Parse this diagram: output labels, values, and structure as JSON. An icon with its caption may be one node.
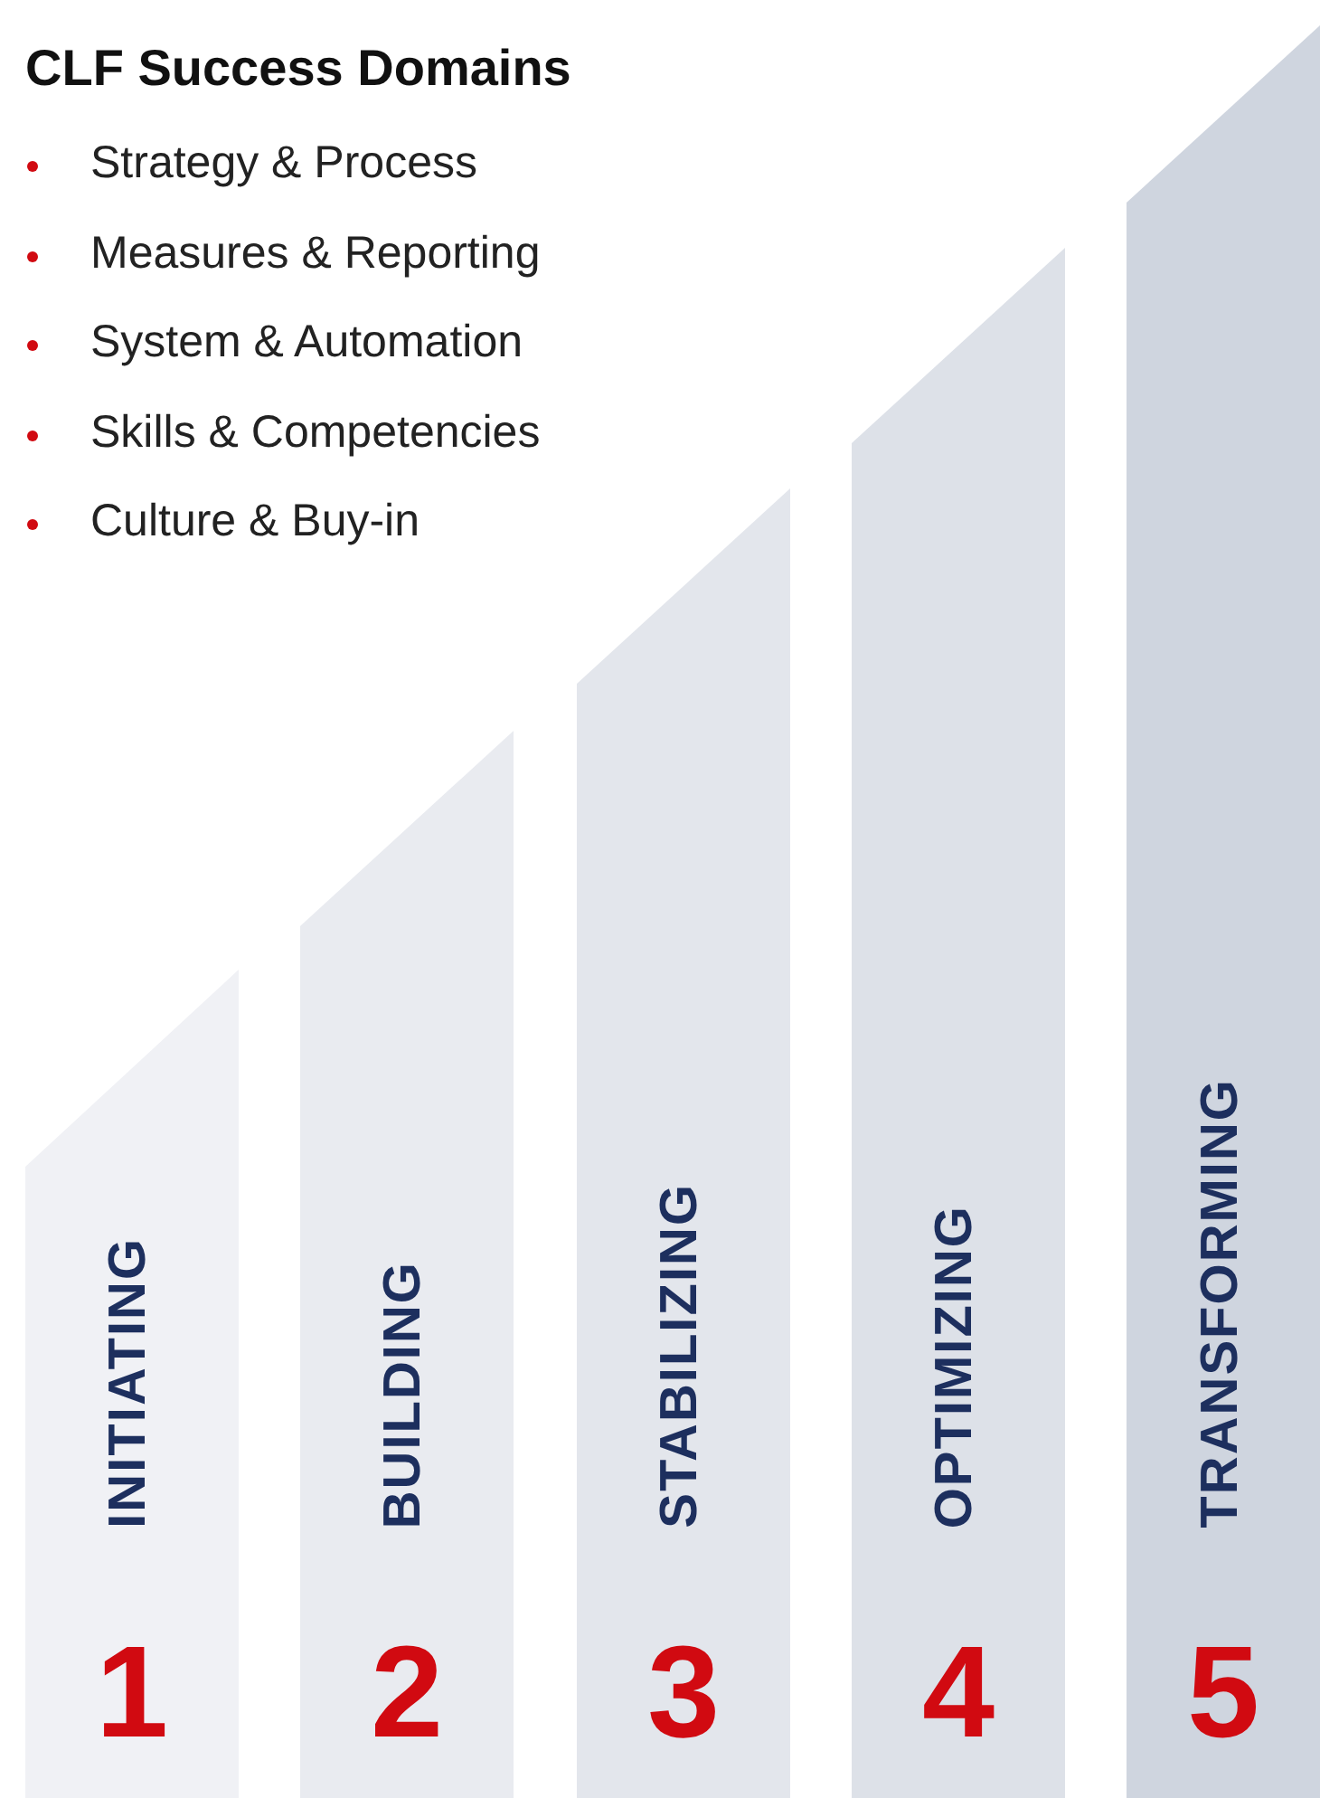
{
  "diagram": {
    "title": "CLF Success Domains",
    "nodes": [
      {
        "text": [
          "INITIATING",
          "1"
        ]
      },
      {
        "text": [
          "BUILDING",
          "2"
        ]
      },
      {
        "text": [
          "STABILIZING",
          "3"
        ]
      },
      {
        "text": [
          "OPTIMIZING",
          "4"
        ]
      },
      {
        "text": [
          "TRANSFORMING",
          "5"
        ]
      }
    ],
    "labels": [
      "Strategy & Process",
      "Measures & Reporting",
      "System & Automation",
      "Skills & Competencies",
      "Culture & Buy-in"
    ]
  }
}
